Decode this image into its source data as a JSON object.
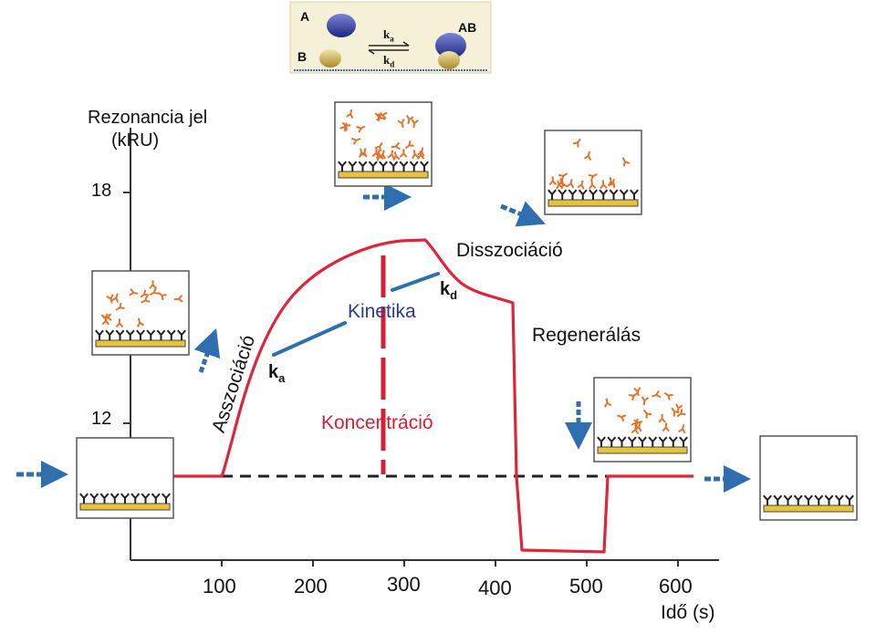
{
  "reaction": {
    "a_label": "A",
    "b_label": "B",
    "ab_label": "AB",
    "ka_label": "k",
    "ka_sub": "a",
    "kd_label": "k",
    "kd_sub": "d"
  },
  "axis": {
    "y_title_line1": "Rezonancia jel",
    "y_title_line2": "(kRU)",
    "y_ticks": [
      "18",
      "12"
    ],
    "x_ticks": [
      "100",
      "200",
      "300",
      "400",
      "500",
      "600"
    ],
    "x_title": "Idő (s)"
  },
  "phases": {
    "association": "Asszociáció",
    "kinetics": "Kinetika",
    "dissociation": "Disszociáció",
    "regeneration": "Regenerálás",
    "concentration": "Koncentráció",
    "ka_text": "k",
    "ka_sub": "a",
    "kd_text": "k",
    "kd_sub": "d"
  },
  "colors": {
    "curve": "#e0243a",
    "baseline": "#222222",
    "concentration": "#d81e34",
    "arrow": "#2f6fb0",
    "chip": "#e8c23a",
    "antibody": "#e4742c",
    "receptor": "#222222",
    "kinetics_text": "#2c3a8c"
  }
}
